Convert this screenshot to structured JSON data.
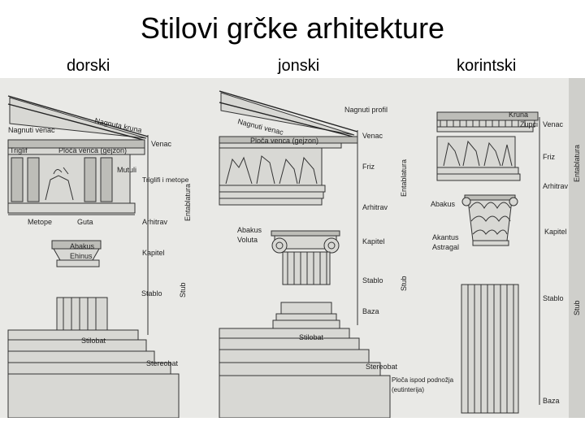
{
  "title": "Stilovi grčke arhitekture",
  "columns": {
    "doric": "dorski",
    "ionic": "jonski",
    "corinthian": "korintski"
  },
  "doric_labels": {
    "nagnuti_venac": "Nagnuti venac",
    "nagnuta_kruna": "Nagnuta kruna",
    "triglif": "Triglif",
    "ploca_venca": "Ploča venca (gejzon)",
    "mutuli": "Mutuli",
    "metope": "Metope",
    "guta": "Guta",
    "abakus": "Abakus",
    "ehinus": "Ehinus",
    "stilobat": "Stilobat",
    "stereobat": "Stereobat",
    "venac": "Venac",
    "triglifi_i_metope": "Triglifi i metope",
    "arhitrav": "Arhitrav",
    "kapitel": "Kapitel",
    "stablo": "Stablo",
    "entablatura": "Entablatura",
    "stub": "Stub"
  },
  "ionic_labels": {
    "nagnuti_profil": "Nagnuti profil",
    "nagnuti_venac": "Nagnuti venac",
    "ploca_venca": "Ploča venca (gejzon)",
    "venac": "Venac",
    "friz": "Friz",
    "arhitrav": "Arhitrav",
    "abakus": "Abakus",
    "voluta": "Voluta",
    "kapitel": "Kapitel",
    "stablo": "Stablo",
    "baza": "Baza",
    "stilobat": "Stilobat",
    "stereobat": "Stereobat",
    "ploca_ispod": "Ploča ispod podnožja",
    "eutinterija": "(eutinterija)",
    "entablatura": "Entablatura",
    "stub": "Stub"
  },
  "corinthian_labels": {
    "kruna": "Kruna",
    "zupci": "Zupci",
    "venac": "Venac",
    "friz": "Friz",
    "arhitrav": "Arhitrav",
    "abakus": "Abakus",
    "kapitel": "Kapitel",
    "akantus": "Akantus",
    "astragal": "Astragal",
    "stablo": "Stablo",
    "baza": "Baza",
    "entablatura": "Entablatura",
    "stub": "Stub"
  }
}
